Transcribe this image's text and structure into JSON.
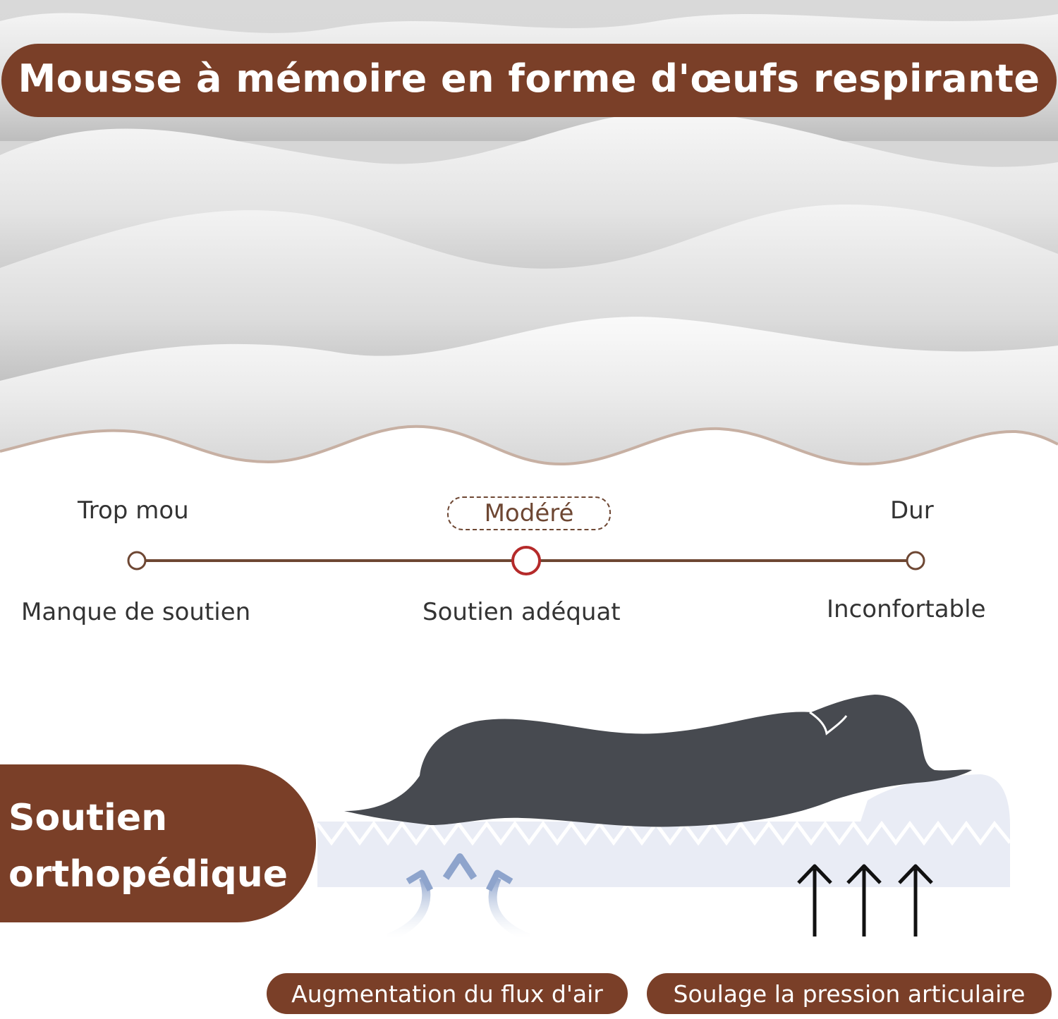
{
  "colors": {
    "brown": "#7a3f28",
    "line_brown": "#6e4733",
    "accent_red": "#b52a2a",
    "dog_gray": "#474a50",
    "mattress_blue": "#e9ecf5"
  },
  "title": "Mousse à mémoire en forme d'œufs respirante",
  "scale": {
    "top_labels": {
      "left": "Trop mou",
      "middle": "Modéré",
      "right": "Dur"
    },
    "bottom_labels": {
      "left": "Manque de soutien",
      "middle": "Soutien adéquat",
      "right": "Inconfortable"
    },
    "selected_fraction": 0.5
  },
  "support": {
    "line1": "Soutien",
    "line2": "orthopédique"
  },
  "badges": {
    "airflow": "Augmentation du flux d'air",
    "pressure": "Soulage la pression articulaire"
  }
}
